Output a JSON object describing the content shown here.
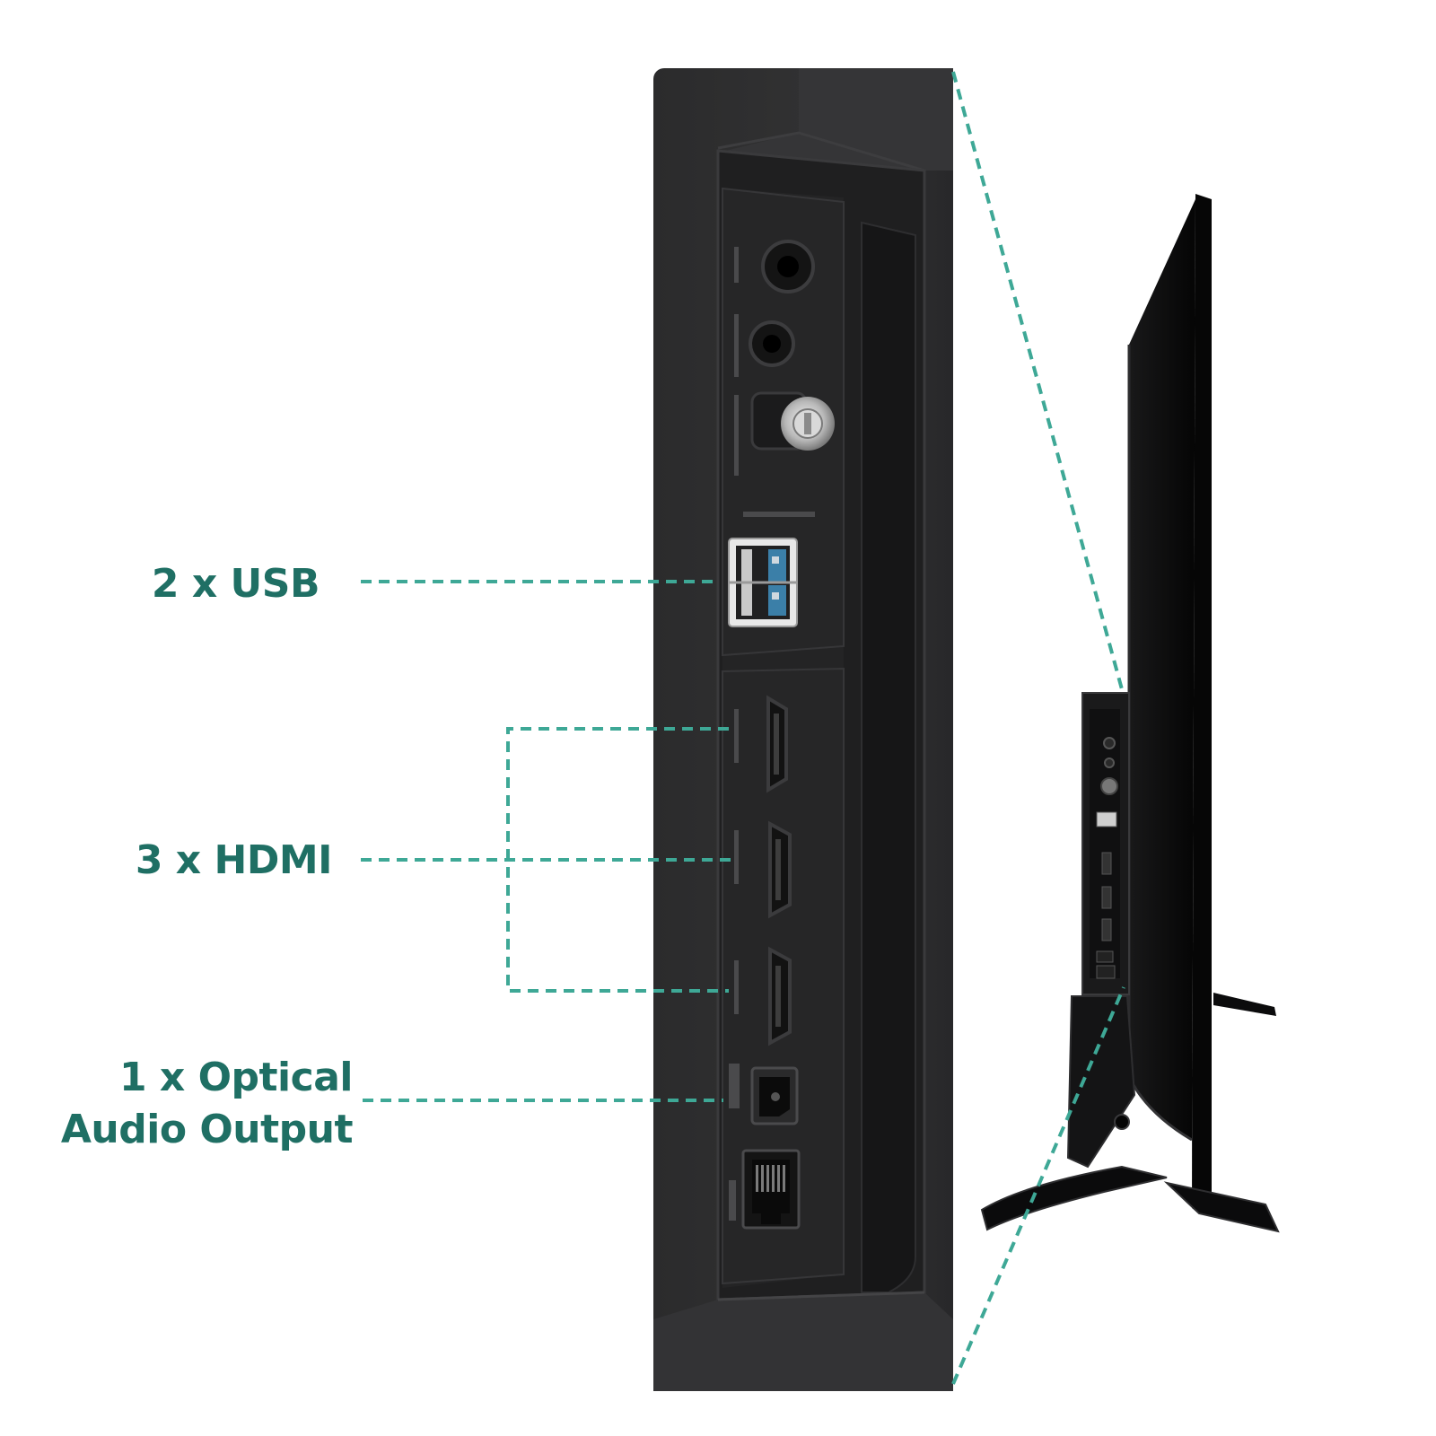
{
  "callouts": {
    "usb": "2 x USB",
    "hdmi": "3 x HDMI",
    "optical_line1": "1 x Optical",
    "optical_line2": "Audio Output"
  },
  "colors": {
    "accent": "#1f6f64",
    "leader_line": "#3ea896",
    "panel": "#2a2a2b",
    "tv_body": "#0f0f10"
  },
  "icons": [
    "usb-port-icon",
    "hdmi-port-icon",
    "optical-port-icon",
    "ethernet-port-icon",
    "coax-port-icon",
    "audio-jack-icon"
  ]
}
